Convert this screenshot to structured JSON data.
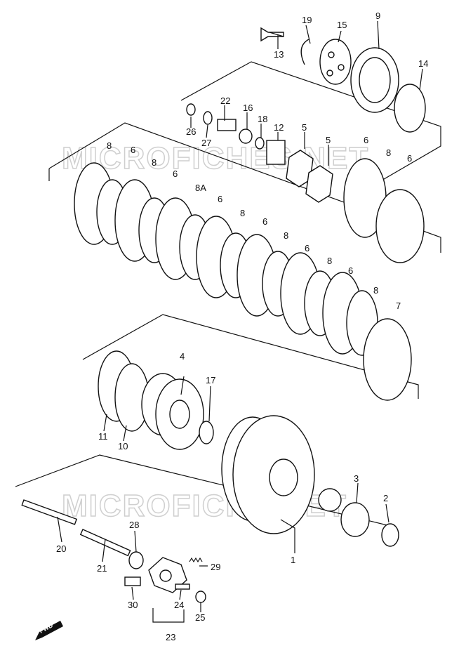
{
  "watermark": {
    "text_top": "MICROFICHES.NET",
    "text_bottom": "MICROFICHE.NET"
  },
  "fwd_label": "FWD",
  "labels": {
    "l13": "13",
    "l19": "19",
    "l15": "15",
    "l9": "9",
    "l14": "14",
    "l22": "22",
    "l16": "16",
    "l18": "18",
    "l12": "12",
    "l26": "26",
    "l27": "27",
    "l5a": "5",
    "l5b": "5",
    "l8a": "8",
    "l6a": "6",
    "l8b": "8",
    "l6b": "6",
    "l8A": "8A",
    "l6c": "6",
    "l8c": "8",
    "l6d": "6",
    "l8d": "8",
    "l6e": "6",
    "l8e": "8",
    "l6f": "6",
    "l8f": "8",
    "l7": "7",
    "l6r1": "6",
    "l8r": "8",
    "l6r2": "6",
    "l4": "4",
    "l17": "17",
    "l11": "11",
    "l10": "10",
    "l3": "3",
    "l2": "2",
    "l1": "1",
    "l28": "28",
    "l20": "20",
    "l21": "21",
    "l29": "29",
    "l30": "30",
    "l24": "24",
    "l25": "25",
    "l23": "23"
  }
}
